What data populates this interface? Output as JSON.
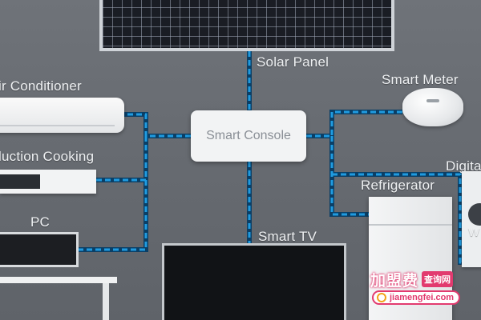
{
  "diagram": {
    "hub": {
      "label": "Smart Console"
    },
    "nodes": [
      {
        "id": "solar",
        "label": "Solar Panel"
      },
      {
        "id": "meter",
        "label": "Smart Meter"
      },
      {
        "id": "ac",
        "label": "ir Conditioner"
      },
      {
        "id": "cooking",
        "label": "luction Cooking"
      },
      {
        "id": "pc",
        "label": "PC"
      },
      {
        "id": "tv",
        "label": "Smart TV"
      },
      {
        "id": "fridge",
        "label": "Refrigerator"
      },
      {
        "id": "digital",
        "label": "Digita"
      },
      {
        "id": "washer",
        "label": "W"
      }
    ],
    "colors": {
      "wire": "#1f9be0",
      "wire_outline": "#0b3f66",
      "background": "#6b6f75",
      "hub_text": "#8a8f96"
    }
  },
  "watermark": {
    "brand": "加盟费",
    "tag": "查询网",
    "url": "jiamengfei.com"
  }
}
